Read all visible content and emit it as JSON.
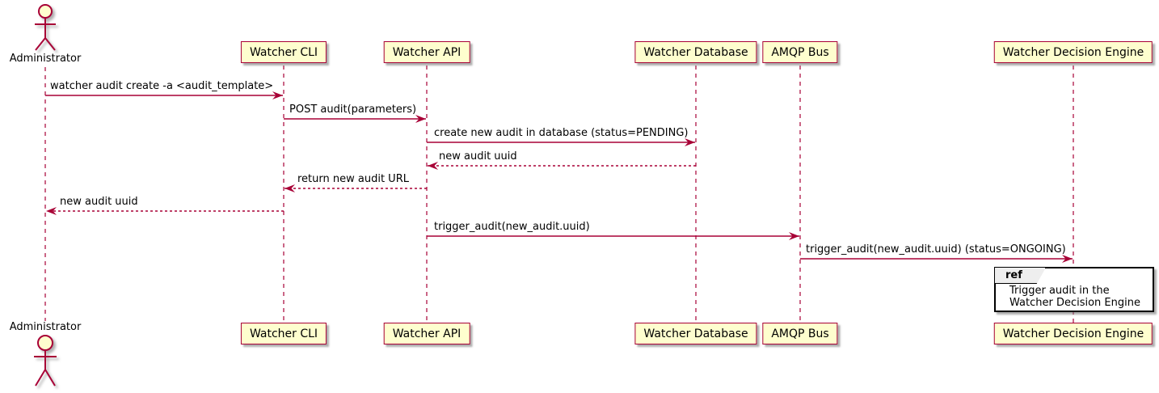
{
  "diagram": {
    "type": "sequence",
    "colors": {
      "accent": "#A80036",
      "participant_fill": "#FEFECE",
      "ref_header_fill": "#EEEEEE",
      "ref_border": "#000000",
      "background": "#FFFFFF"
    },
    "participants": [
      {
        "label": "Administrator",
        "type": "actor"
      },
      {
        "label": "Watcher CLI",
        "type": "participant"
      },
      {
        "label": "Watcher API",
        "type": "participant"
      },
      {
        "label": "Watcher Database",
        "type": "participant"
      },
      {
        "label": "AMQP Bus",
        "type": "participant"
      },
      {
        "label": "Watcher Decision Engine",
        "type": "participant"
      }
    ],
    "messages": [
      {
        "from": "Administrator",
        "to": "Watcher CLI",
        "label": "watcher audit create -a <audit_template>",
        "line": "solid"
      },
      {
        "from": "Watcher CLI",
        "to": "Watcher API",
        "label": "POST audit(parameters)",
        "line": "solid"
      },
      {
        "from": "Watcher API",
        "to": "Watcher Database",
        "label": "create new audit in database (status=PENDING)",
        "line": "solid"
      },
      {
        "from": "Watcher Database",
        "to": "Watcher API",
        "label": "new audit uuid",
        "line": "dashed"
      },
      {
        "from": "Watcher API",
        "to": "Watcher CLI",
        "label": "return new audit URL",
        "line": "dashed"
      },
      {
        "from": "Watcher CLI",
        "to": "Administrator",
        "label": "new audit uuid",
        "line": "dashed"
      },
      {
        "from": "Watcher API",
        "to": "AMQP Bus",
        "label": "trigger_audit(new_audit.uuid)",
        "line": "solid"
      },
      {
        "from": "AMQP Bus",
        "to": "Watcher Decision Engine",
        "label": "trigger_audit(new_audit.uuid) (status=ONGOING)",
        "line": "solid"
      }
    ],
    "ref": {
      "keyword": "ref",
      "over": "Watcher Decision Engine",
      "lines": [
        "Trigger audit in the",
        "Watcher Decision Engine"
      ]
    }
  }
}
